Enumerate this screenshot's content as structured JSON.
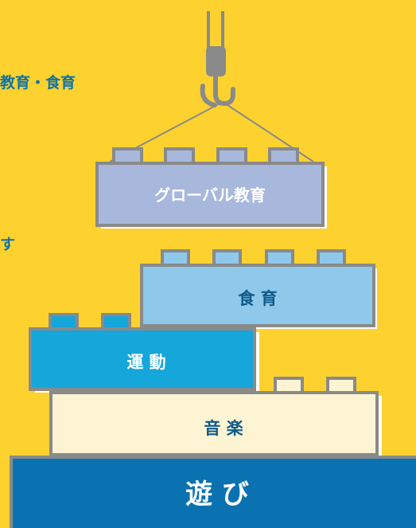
{
  "text_fragments": {
    "line1": "教育・食育",
    "line2": "す"
  },
  "blocks": {
    "global_education": "グローバル教育",
    "food_education": "食 育",
    "exercise": "運 動",
    "music": "音 楽",
    "play": "遊 び"
  },
  "colors": {
    "background": "#FDD22E",
    "global_education": "#A8B8DC",
    "food_education": "#8EC8EA",
    "exercise": "#15A6DA",
    "music": "#FDF4D3",
    "play": "#0A72B0",
    "outline": "#8A8A8A",
    "heading_text": "#0E74A8"
  },
  "icons": [
    "crane-hook-icon"
  ]
}
